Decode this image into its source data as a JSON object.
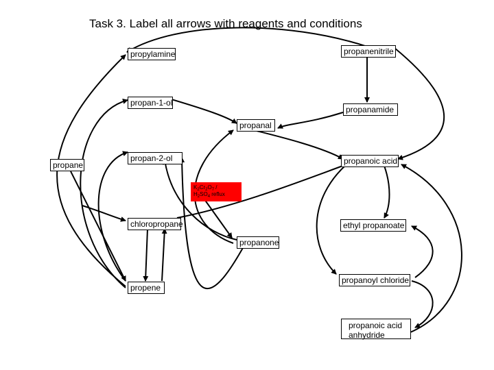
{
  "title": "Task 3. Label all arrows with reagents and conditions",
  "nodes": {
    "propylamine": "propylamine",
    "propanenitrile": "propanenitrile",
    "propan_1_ol": "propan-1-ol",
    "propanamide": "propanamide",
    "propanal": "propanal",
    "propane": "propane",
    "propan_2_ol": "propan-2-ol",
    "propanoic_acid": "propanoic acid",
    "chloropropane": "chloropropane",
    "ethyl_propanoate": "ethyl propanoate",
    "propanone": "propanone",
    "propene": "propene",
    "propanoyl_chloride": "propanoyl chloride",
    "propanoic_acid_anhydride": "propanoic acid anhydride"
  },
  "reagent_label": {
    "k": "K",
    "k_sub": "2",
    "cr": "Cr",
    "cr_sub": "2",
    "o": "O",
    "o_sub": "7",
    "sep": " /",
    "h": "H",
    "h_sub": "2",
    "so": "SO",
    "so_sub": "4",
    "cond": " reflux"
  },
  "colors": {
    "reagent_fill": "#ff0000",
    "line": "#000000"
  }
}
